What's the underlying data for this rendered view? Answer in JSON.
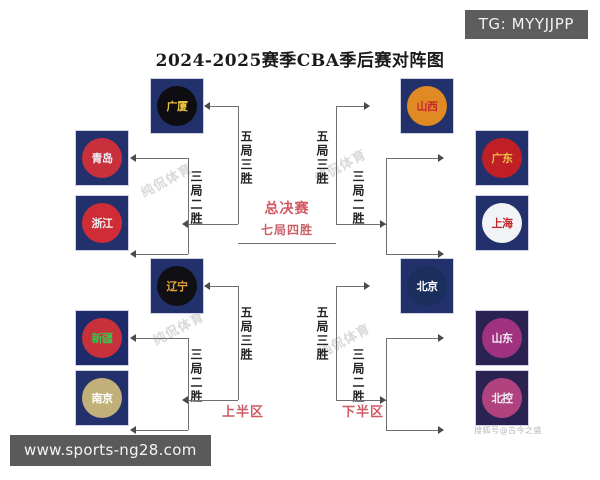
{
  "title": "2024-2025赛季CBA季后赛对阵图",
  "badges": {
    "tg": "TG: MYYJJPP",
    "url": "www.sports-ng28.com",
    "credit": "搜狐号@古今之盛"
  },
  "watermark": "纯侃体育",
  "final": {
    "label": "总决赛",
    "format": "七局四胜",
    "color": "#d2555f"
  },
  "halves": {
    "upper": "上半区",
    "lower": "下半区"
  },
  "series": {
    "semi": "五局三胜",
    "quarter": "三局二胜"
  },
  "teams": {
    "guangsha": {
      "name": "广厦",
      "tile": "#22306b",
      "disc": "#0d0d12",
      "text": "#e8c13f"
    },
    "qingdao": {
      "name": "青岛",
      "tile": "#22306b",
      "disc": "#c8303c",
      "text": "#eef0f6"
    },
    "zhejiang": {
      "name": "浙江",
      "tile": "#22306b",
      "disc": "#cf2c38",
      "text": "#f2f2f2"
    },
    "liaoning": {
      "name": "辽宁",
      "tile": "#22306b",
      "disc": "#101014",
      "text": "#e6a43a"
    },
    "xinjiang": {
      "name": "新疆",
      "tile": "#1d2b6b",
      "disc": "#c8303c",
      "text": "#37c24a"
    },
    "nanjing": {
      "name": "南京",
      "tile": "#22306b",
      "disc": "#c2b07a",
      "text": "#ffffff"
    },
    "shanxi": {
      "name": "山西",
      "tile": "#22306b",
      "disc": "#e08a24",
      "text": "#c62a30"
    },
    "guangdong": {
      "name": "广东",
      "tile": "#22306b",
      "disc": "#c01f26",
      "text": "#e8c13f"
    },
    "shanghai": {
      "name": "上海",
      "tile": "#22306b",
      "disc": "#f2f3f7",
      "text": "#c0272d"
    },
    "beijing": {
      "name": "北京",
      "tile": "#22306b",
      "disc": "#1b2f5e",
      "text": "#ffffff"
    },
    "shandong": {
      "name": "山东",
      "tile": "#2a2352",
      "disc": "#a0337f",
      "text": "#f0e9f4"
    },
    "beikong": {
      "name": "北控",
      "tile": "#2a2352",
      "disc": "#b0437f",
      "text": "#f3ecf6"
    }
  },
  "bracket": {
    "upper_half": {
      "semifinal": {
        "format": "五局三胜",
        "advancer": "广厦"
      },
      "quarterfinal": {
        "format": "三局二胜",
        "teams": [
          "青岛",
          "浙江"
        ]
      }
    },
    "upper_half_lower": {
      "semifinal": {
        "format": "五局三胜",
        "advancer": "辽宁"
      },
      "quarterfinal": {
        "format": "三局二胜",
        "teams": [
          "新疆",
          "南京"
        ]
      }
    },
    "lower_half_upper": {
      "semifinal": {
        "format": "五局三胜",
        "advancer": "山西"
      },
      "quarterfinal": {
        "format": "三局二胜",
        "teams": [
          "广东",
          "上海"
        ]
      }
    },
    "lower_half_lower": {
      "semifinal": {
        "format": "五局三胜",
        "advancer": "北京"
      },
      "quarterfinal": {
        "format": "三局二胜",
        "teams": [
          "山东",
          "北控"
        ]
      }
    }
  }
}
